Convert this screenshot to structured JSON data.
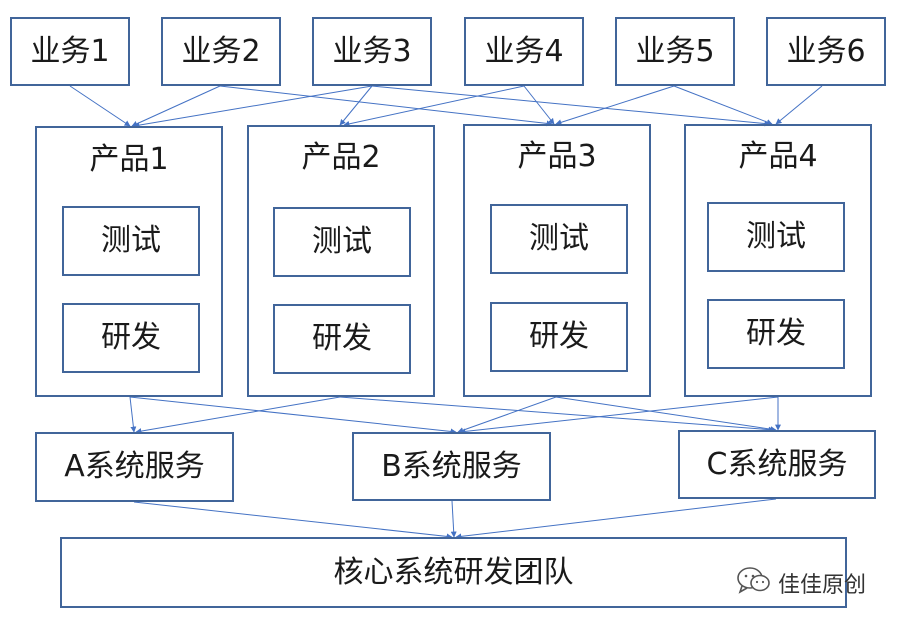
{
  "businesses": [
    "业务1",
    "业务2",
    "业务3",
    "业务4",
    "业务5",
    "业务6"
  ],
  "products": [
    {
      "title": "产品1",
      "test": "测试",
      "dev": "研发"
    },
    {
      "title": "产品2",
      "test": "测试",
      "dev": "研发"
    },
    {
      "title": "产品3",
      "test": "测试",
      "dev": "研发"
    },
    {
      "title": "产品4",
      "test": "测试",
      "dev": "研发"
    }
  ],
  "services": [
    "A系统服务",
    "B系统服务",
    "C系统服务"
  ],
  "core": "核心系统研发团队",
  "watermark": {
    "icon": "wechat-icon",
    "text": "佳佳原创"
  },
  "colors": {
    "border": "#41659a",
    "arrow": "#4472c4"
  }
}
